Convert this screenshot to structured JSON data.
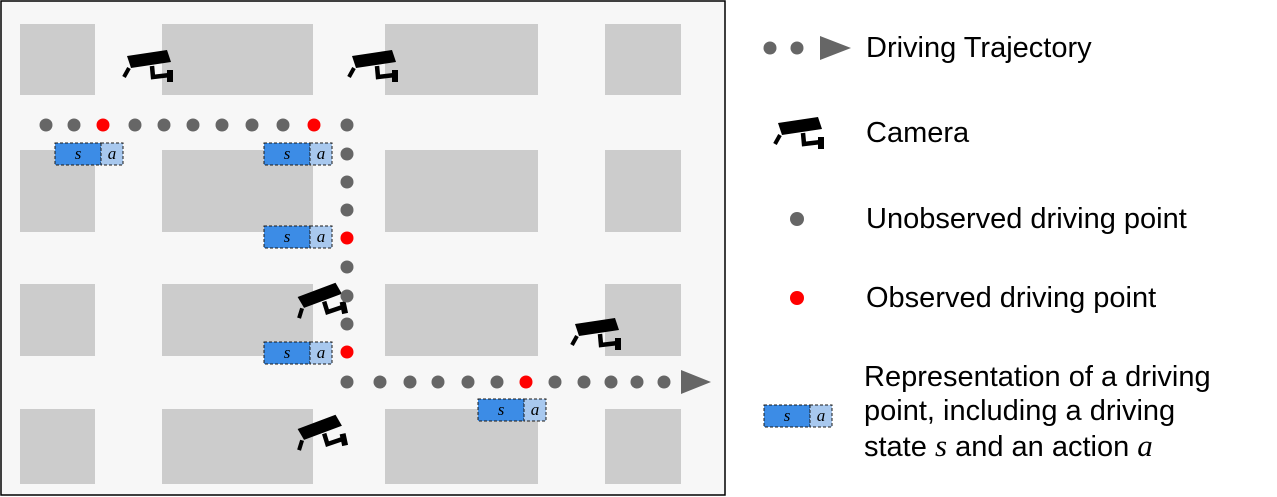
{
  "legend": {
    "trajectory": "Driving Trajectory",
    "camera": "Camera",
    "unobserved": "Unobserved driving point",
    "observed": "Observed driving point",
    "representation_line1": "Representation of a driving",
    "representation_line2": "point, including a driving",
    "representation_line3_pre": "state ",
    "representation_state_symbol": "s",
    "representation_line3_mid": " and an action ",
    "representation_action_symbol": "a"
  },
  "point_box": {
    "state": "s",
    "action": "a"
  },
  "colors": {
    "unobserved": "#666666",
    "observed": "#ff0000",
    "block": "#cccccc",
    "map_background": "#f7f7f7",
    "state_fill": "#3c8ce6",
    "action_fill": "#a8c8ee",
    "camera": "#000000"
  },
  "icons": [
    "camera-icon",
    "arrow-head-icon"
  ]
}
